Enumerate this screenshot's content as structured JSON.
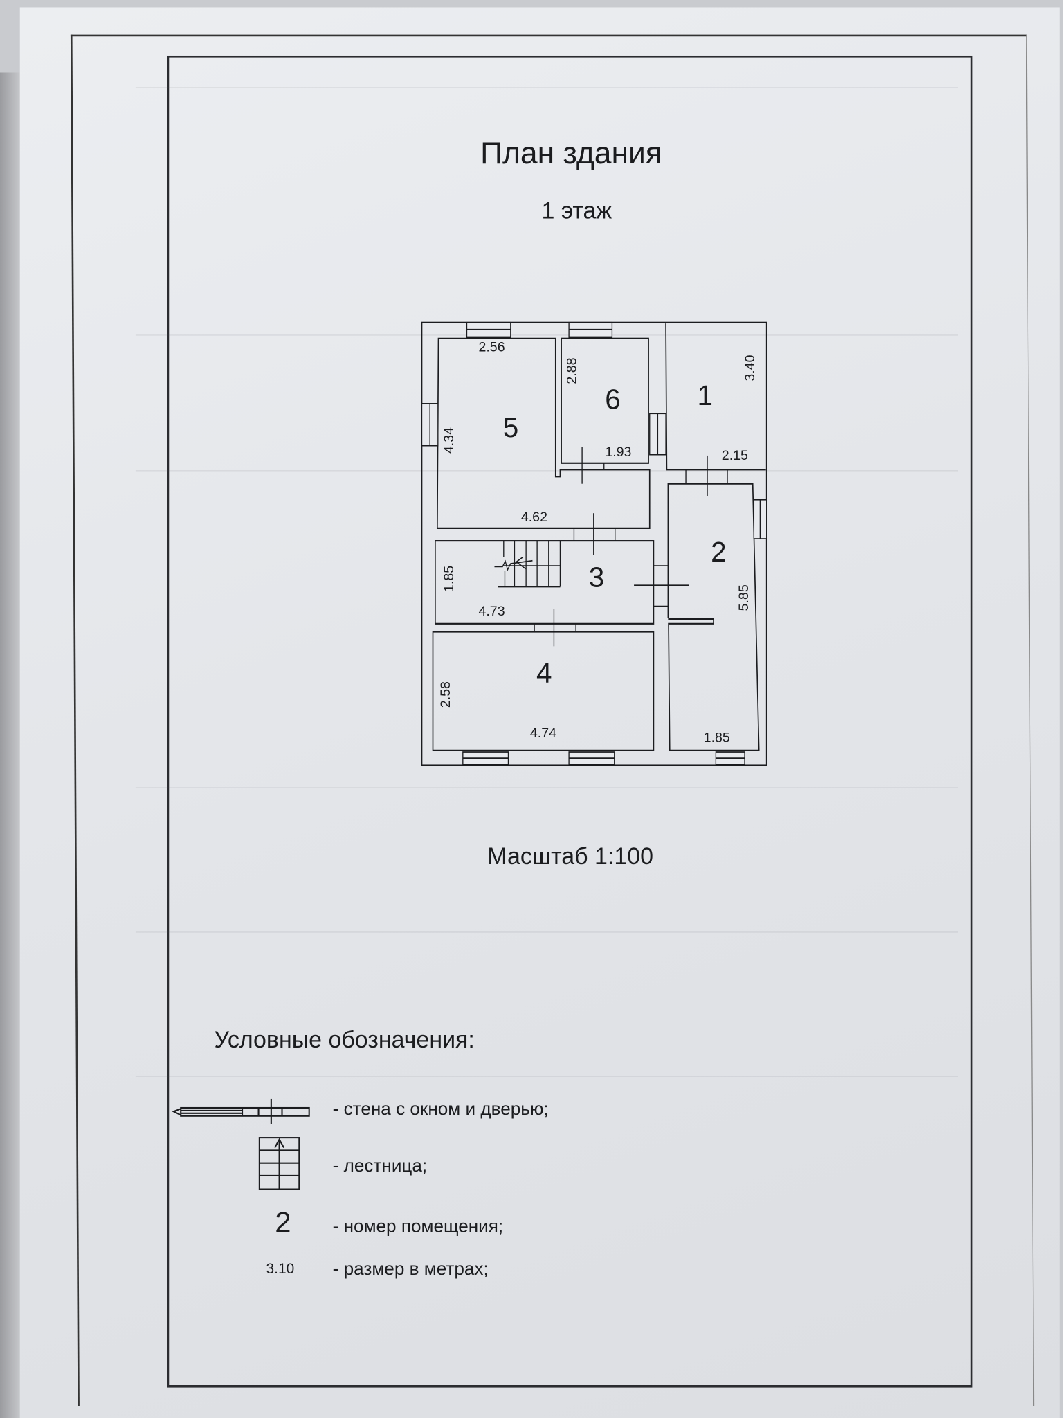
{
  "header": {
    "title": "План здания",
    "floor": "1 этаж"
  },
  "plan": {
    "rooms": [
      {
        "number": "1",
        "dims": [
          "3.40",
          "2.15"
        ]
      },
      {
        "number": "2",
        "dims": [
          "5.85",
          "1.85"
        ]
      },
      {
        "number": "3",
        "dims": [
          "1.85",
          "4.73"
        ]
      },
      {
        "number": "4",
        "dims": [
          "2.58",
          "4.74"
        ]
      },
      {
        "number": "5",
        "dims": [
          "2.56",
          "4.34",
          "4.62"
        ]
      },
      {
        "number": "6",
        "dims": [
          "2.88",
          "1.93"
        ]
      }
    ]
  },
  "scale": "Масштаб 1:100",
  "legend": {
    "title": "Условные обозначения:",
    "items": [
      {
        "label": "- стена с окном и дверью;"
      },
      {
        "label": "- лестница;"
      },
      {
        "symbol": "2",
        "label": "- номер помещения;"
      },
      {
        "symbol": "3.10",
        "label": "- размер в метрах;"
      }
    ]
  }
}
